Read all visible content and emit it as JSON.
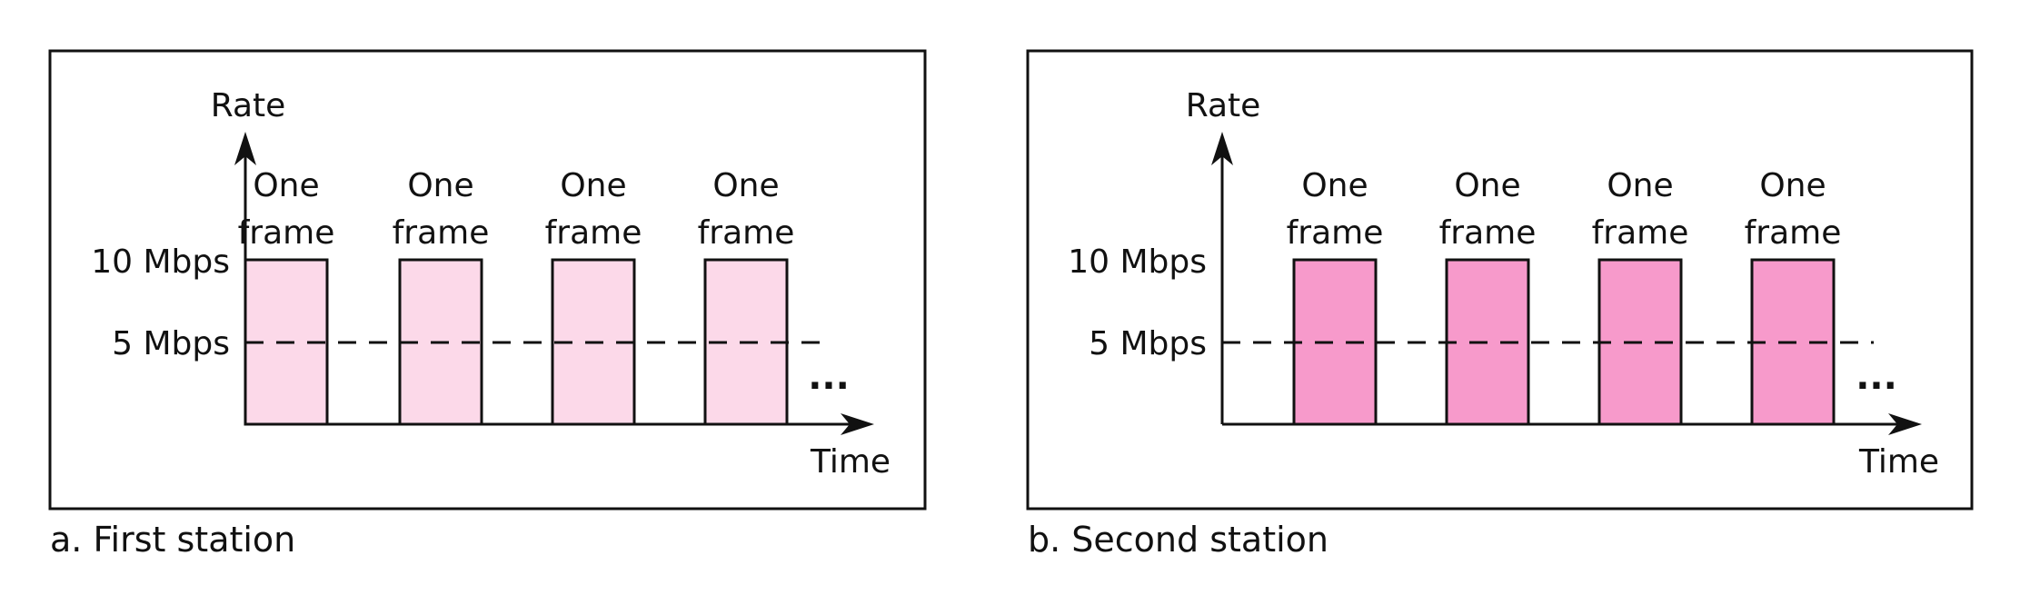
{
  "diagram": {
    "panels": [
      {
        "id": "a",
        "caption": "a. First station",
        "y_axis_label": "Rate",
        "x_axis_label": "Time",
        "rate_high_label": "10 Mbps",
        "rate_avg_label": "5 Mbps",
        "frame_label_line1": "One",
        "frame_label_line2": "frame",
        "frame_count": 4,
        "continuation": "...",
        "frame_fill": "#fcd9e9"
      },
      {
        "id": "b",
        "caption": "b. Second station",
        "y_axis_label": "Rate",
        "x_axis_label": "Time",
        "rate_high_label": "10 Mbps",
        "rate_avg_label": "5 Mbps",
        "frame_label_line1": "One",
        "frame_label_line2": "frame",
        "frame_count": 4,
        "continuation": "...",
        "frame_fill": "#f79acb"
      }
    ],
    "colors": {
      "stroke": "#111111",
      "background": "#ffffff"
    }
  }
}
